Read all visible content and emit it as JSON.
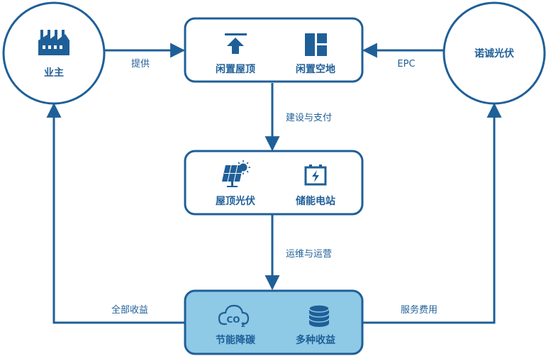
{
  "colors": {
    "primary": "#1f5f98",
    "highlight_fill": "#8ecae6",
    "text": "#1f5f98",
    "background": "#ffffff"
  },
  "nodes": {
    "owner": {
      "label": "业主",
      "icon": "factory-icon"
    },
    "nuo_pv": {
      "label": "诺诚光伏"
    },
    "idle_roof": {
      "label": "闲置屋顶",
      "icon": "upload-icon"
    },
    "idle_land": {
      "label": "闲置空地",
      "icon": "layout-grid-icon"
    },
    "rooftop_pv": {
      "label": "屋顶光伏",
      "icon": "solar-panel-icon"
    },
    "storage_station": {
      "label": "储能电站",
      "icon": "battery-icon"
    },
    "carbon_reduction": {
      "label": "节能降碳",
      "icon": "co2-cloud-icon"
    },
    "revenue": {
      "label": "多种收益",
      "icon": "coin-stack-icon"
    }
  },
  "edges": {
    "provide": "提供",
    "epc": "EPC",
    "build_pay": "建设与支付",
    "om": "运维与运营",
    "all_revenue": "全部收益",
    "service_fee": "服务费用"
  }
}
